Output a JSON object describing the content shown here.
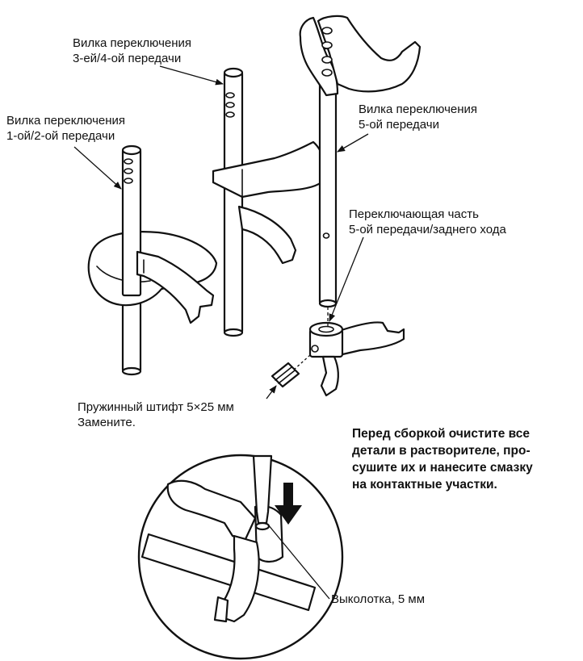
{
  "labels": {
    "fork12": [
      "Вилка переключения",
      "1-ой/2-ой передачи"
    ],
    "fork34": [
      "Вилка переключения",
      "3-ей/4-ой передачи"
    ],
    "fork5": [
      "Вилка переключения",
      "5-ой передачи"
    ],
    "shift_piece": [
      "Переключающая часть",
      "5-ой передачи/заднего хода"
    ],
    "spring_pin": [
      "Пружинный штифт 5×25 мм",
      "Замените."
    ],
    "punch": "Выколотка, 5 мм"
  },
  "note": [
    "Перед сборкой очистите все",
    "детали в растворителе, про-",
    "сушите их и нанесите смазку",
    "на контактные участки."
  ]
}
